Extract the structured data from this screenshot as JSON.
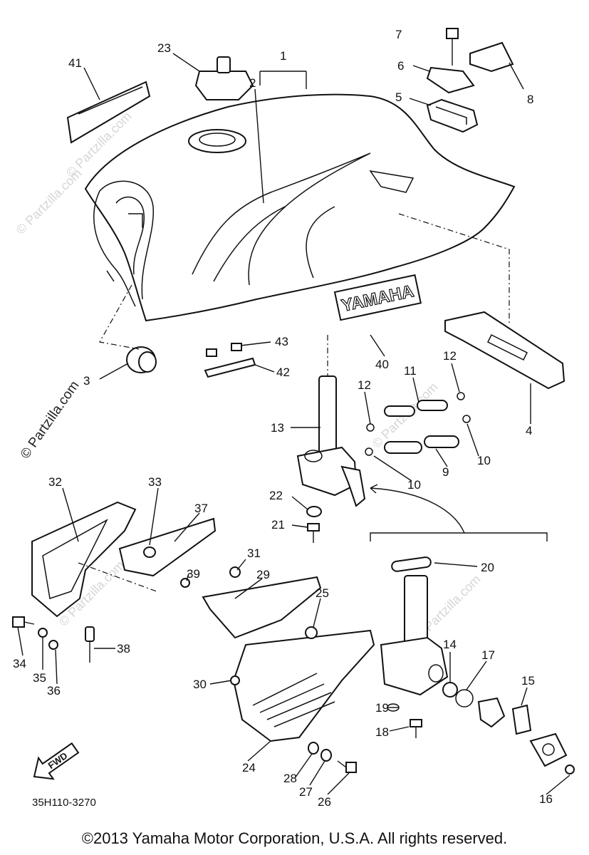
{
  "diagram_code": "35H110-3270",
  "fwd_label": "FWD",
  "tank_decal_text": "YAMAHA",
  "watermark_text": "© Partzilla.com",
  "copyright": "©2013 Yamaha Motor Corporation, U.S.A. All rights reserved.",
  "callouts": [
    "1",
    "2",
    "3",
    "4",
    "5",
    "6",
    "7",
    "8",
    "9",
    "10",
    "10",
    "11",
    "12",
    "12",
    "13",
    "14",
    "15",
    "16",
    "17",
    "18",
    "19",
    "20",
    "21",
    "22",
    "23",
    "24",
    "25",
    "26",
    "27",
    "28",
    "29",
    "30",
    "31",
    "32",
    "33",
    "34",
    "35",
    "36",
    "37",
    "38",
    "39",
    "40",
    "41",
    "42",
    "43"
  ]
}
